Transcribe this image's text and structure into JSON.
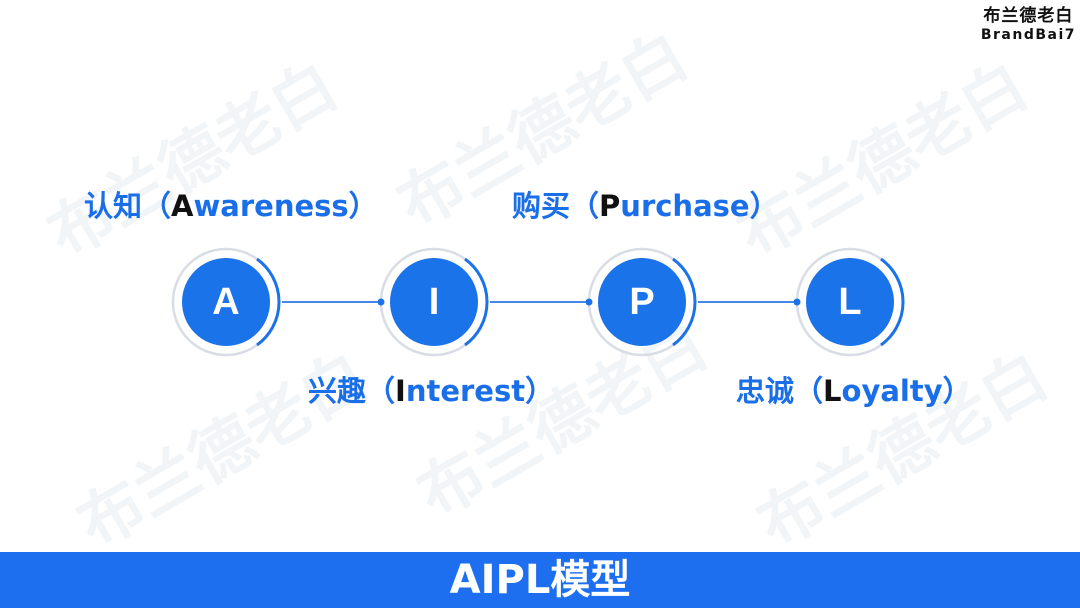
{
  "brand": {
    "name_cn": "布兰德老白",
    "name_en": "BrandBai7"
  },
  "watermark_text": "布兰德老白",
  "stages": [
    {
      "letter": "A",
      "cn": "认知",
      "en_key": "A",
      "en_rest": "wareness"
    },
    {
      "letter": "I",
      "cn": "兴趣",
      "en_key": "I",
      "en_rest": "nterest"
    },
    {
      "letter": "P",
      "cn": "购买",
      "en_key": "P",
      "en_rest": "urchase"
    },
    {
      "letter": "L",
      "cn": "忠诚",
      "en_key": "L",
      "en_rest": "oyalty"
    }
  ],
  "paren_open": "（",
  "paren_close": "）",
  "footer": {
    "title": "AIPL模型"
  },
  "colors": {
    "accent": "#1e6ff0",
    "node_fill": "#1a73e8",
    "label": "#1a6fe8",
    "key_letter": "#111111",
    "background": "#ffffff"
  }
}
